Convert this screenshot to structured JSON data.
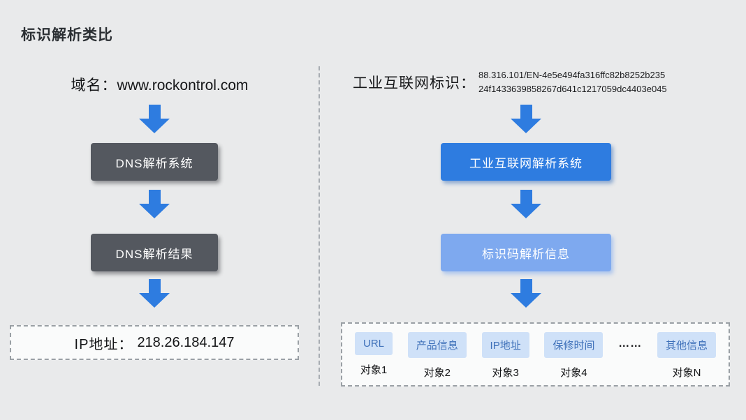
{
  "page": {
    "title": "标识解析类比"
  },
  "left": {
    "domain_label": "域名：",
    "domain_value": "www.rockontrol.com",
    "system_box": "DNS解析系统",
    "result_box": "DNS解析结果",
    "ip_label": "IP地址：",
    "ip_value": "218.26.184.147"
  },
  "right": {
    "id_label": "工业互联网标识：",
    "id_value_line1": "88.316.101/EN-4e5e494fa316ffc82b8252b235",
    "id_value_line2": "24f1433639858267d641c1217059dc4403e045",
    "system_box": "工业互联网解析系统",
    "info_box": "标识码解析信息",
    "dots": "……",
    "items": [
      {
        "label": "URL",
        "object": "对象1"
      },
      {
        "label": "产品信息",
        "object": "对象2"
      },
      {
        "label": "IP地址",
        "object": "对象3"
      },
      {
        "label": "保修时间",
        "object": "对象4"
      },
      {
        "label": "其他信息",
        "object": "对象N"
      }
    ]
  },
  "colors": {
    "background": "#e9eaeb",
    "arrow_blue": "#2e7ce0",
    "dark_box": "#54585f",
    "primary_blue_box": "#2e7ce0",
    "light_blue_box": "#7ea9ef",
    "chip_bg": "#cfe1f8",
    "chip_text": "#3e70b9"
  }
}
